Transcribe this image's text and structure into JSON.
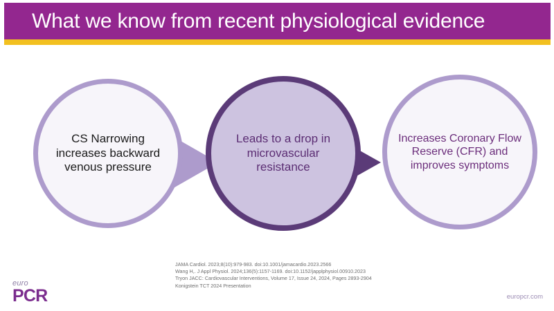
{
  "header": {
    "title": "What we know from recent physiological evidence",
    "band_color": "#93278f",
    "rule_color": "#f2c020",
    "title_color": "#ffffff"
  },
  "diagram": {
    "type": "process-flow",
    "steps": [
      {
        "id": "step-one",
        "text": "CS Narrowing increases backward venous pressure",
        "fill": "#f7f5fa",
        "border": "#ad9bcc",
        "text_color": "#1a1a1a"
      },
      {
        "id": "step-two",
        "text": "Leads to a drop in microvascular resistance",
        "fill": "#cdc3e0",
        "border": "#5b3b78",
        "text_color": "#5b2d73"
      },
      {
        "id": "step-three",
        "text": "Increases Coronary Flow Reserve (CFR) and improves symptoms",
        "fill": "#f7f5fa",
        "border": "#ad9bcc",
        "text_color": "#6b2d7b"
      }
    ],
    "connectors": [
      {
        "id": "arrow-one",
        "icon": "arrow-right-icon",
        "color": "#ad9bcc"
      },
      {
        "id": "arrow-two",
        "icon": "arrow-right-icon",
        "color": "#5b3b78"
      }
    ]
  },
  "references": [
    "JAMA Cardiol. 2023;8(10):979-983. doi:10.1001/jamacardio.2023.2566",
    "Wang H,. J Appl Physiol. 2024;136(5):1157-1169. doi:10.1152/japplphysiol.00910.2023",
    "Tryon JACC: Cardiovascular Interventions, Volume 17, Issue 24, 2024, Pages 2893-2904",
    "Konigstein TCT 2024 Presentation"
  ],
  "footer": {
    "logo_top": "euro",
    "logo_main": "PCR",
    "logo_color": "#7b2d8e",
    "site_url": "europcr.com",
    "site_url_color": "#9b8bb3"
  }
}
